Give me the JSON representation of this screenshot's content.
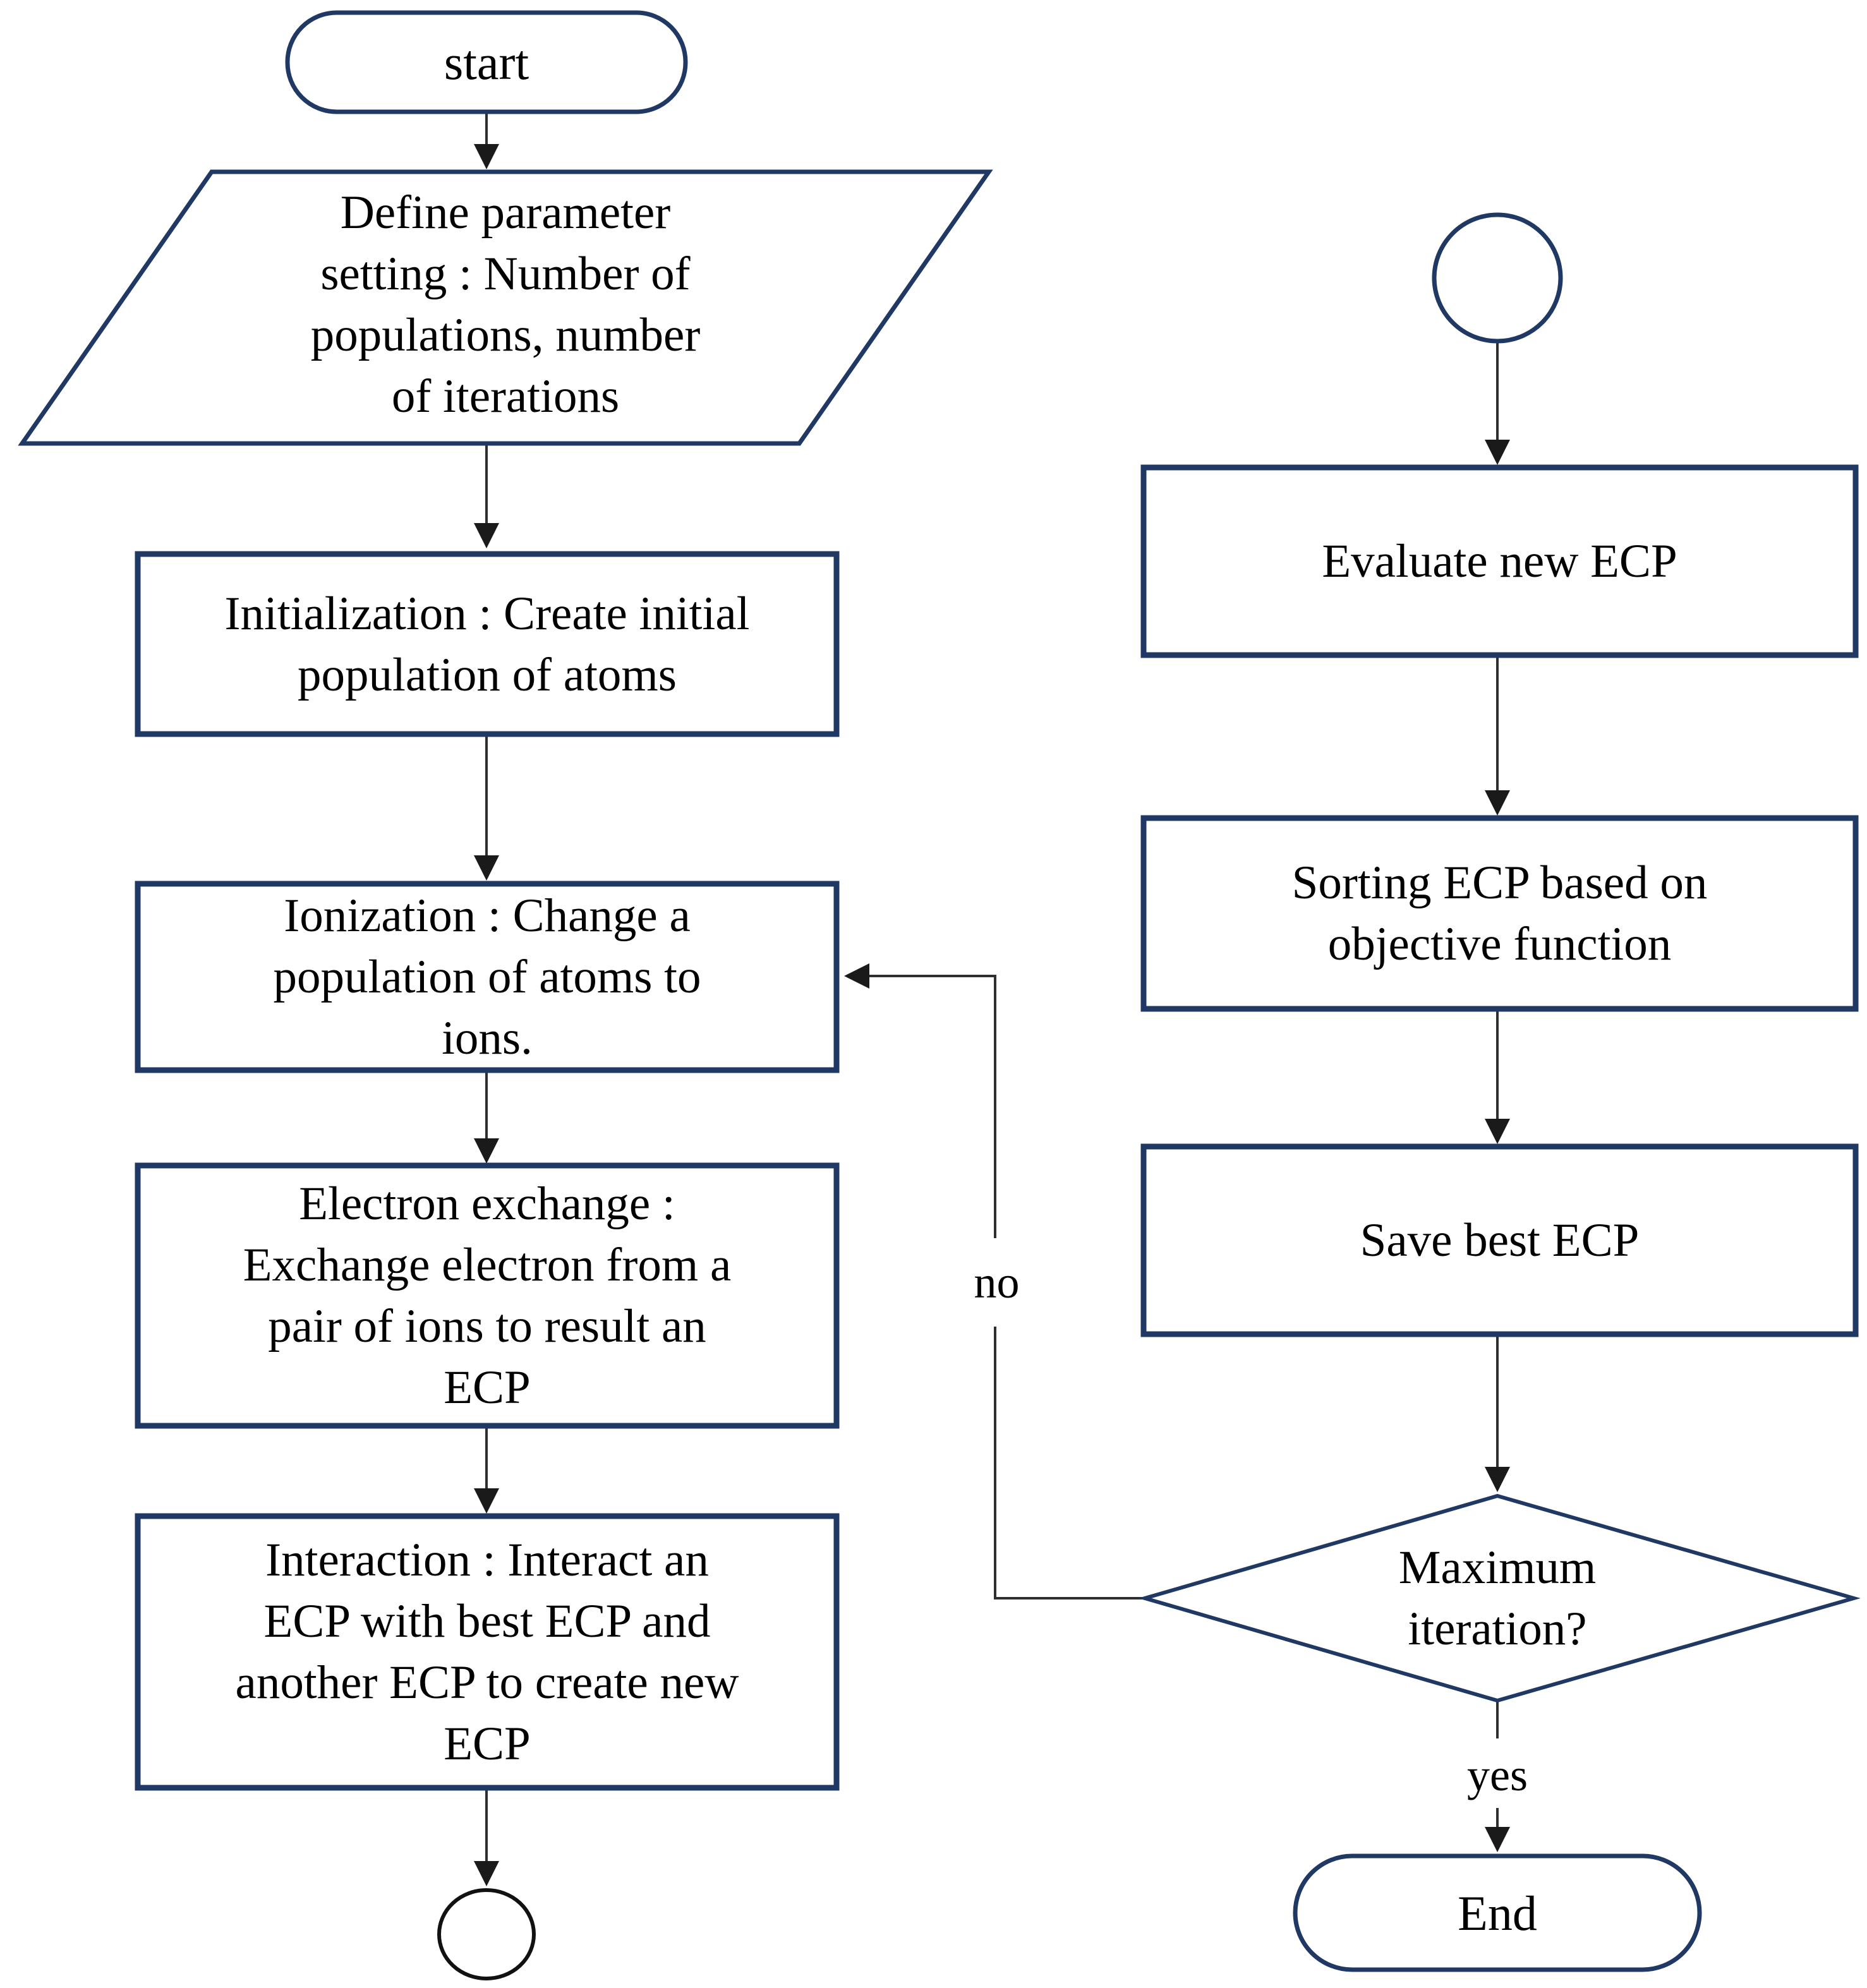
{
  "figure": {
    "type": "flowchart",
    "background": "#ffffff",
    "colors": {
      "shape_border": "#1f3864",
      "left_terminator_circle_border": "#111111",
      "connector_line": "#2f2f2f",
      "arrowhead": "#1a1a1a",
      "text": "#000000",
      "shape_fill": "#ffffff"
    },
    "nodes": {
      "start": {
        "shape": "stadium",
        "label": "start"
      },
      "define": {
        "shape": "parallelogram",
        "label": "Define parameter\nsetting : Number of\npopulations, number\nof iterations"
      },
      "init": {
        "shape": "process",
        "label": "Initialization : Create initial\npopulation of atoms"
      },
      "ionization": {
        "shape": "process",
        "label": "Ionization : Change a\npopulation of atoms to\nions."
      },
      "electron": {
        "shape": "process",
        "label": "Electron exchange :\nExchange electron from a\npair of ions to result an\nECP"
      },
      "interaction": {
        "shape": "process",
        "label": "Interaction : Interact an\nECP with best ECP and\nanother ECP to create new\nECP"
      },
      "connector_left": {
        "shape": "circle",
        "label": ""
      },
      "connector_right": {
        "shape": "circle",
        "label": ""
      },
      "evaluate": {
        "shape": "process",
        "label": "Evaluate new ECP"
      },
      "sorting": {
        "shape": "process",
        "label": "Sorting ECP based on\nobjective function"
      },
      "save": {
        "shape": "process",
        "label": "Save best ECP"
      },
      "decision": {
        "shape": "diamond",
        "label": "Maximum\niteration?"
      },
      "end": {
        "shape": "stadium",
        "label": "End"
      }
    },
    "branch_labels": {
      "yes": "yes",
      "no": "no"
    },
    "edges": [
      {
        "from": "start",
        "to": "define",
        "label": ""
      },
      {
        "from": "define",
        "to": "init",
        "label": ""
      },
      {
        "from": "init",
        "to": "ionization",
        "label": ""
      },
      {
        "from": "ionization",
        "to": "electron",
        "label": ""
      },
      {
        "from": "electron",
        "to": "interaction",
        "label": ""
      },
      {
        "from": "interaction",
        "to": "connector_left",
        "label": ""
      },
      {
        "from": "connector_right",
        "to": "evaluate",
        "label": ""
      },
      {
        "from": "evaluate",
        "to": "sorting",
        "label": ""
      },
      {
        "from": "sorting",
        "to": "save",
        "label": ""
      },
      {
        "from": "save",
        "to": "decision",
        "label": ""
      },
      {
        "from": "decision",
        "to": "end",
        "label": "yes"
      },
      {
        "from": "decision",
        "to": "ionization",
        "label": "no"
      }
    ]
  }
}
